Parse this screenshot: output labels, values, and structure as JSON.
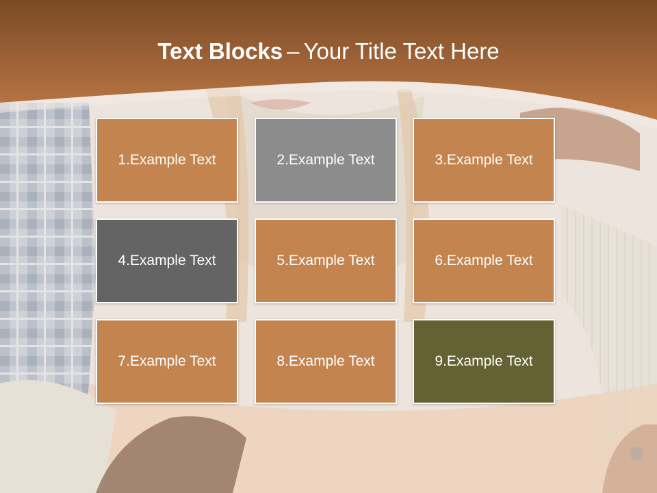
{
  "title": {
    "bold": "Text Blocks",
    "dash": "–",
    "rest": "Your Title Text Here"
  },
  "colors": {
    "banner_top": "#7a4a26",
    "banner_bottom": "#c07a46",
    "block_orange": "#c48450",
    "block_gray_light": "#8c8c8c",
    "block_gray_dark": "#646464",
    "block_olive": "#646232"
  },
  "blocks": [
    {
      "label": "1.Example Text",
      "color": "#c48450"
    },
    {
      "label": "2.Example Text",
      "color": "#8c8c8c"
    },
    {
      "label": "3.Example Text",
      "color": "#c48450"
    },
    {
      "label": "4.Example Text",
      "color": "#646464"
    },
    {
      "label": "5.Example Text",
      "color": "#c48450"
    },
    {
      "label": "6.Example Text",
      "color": "#c48450"
    },
    {
      "label": "7.Example Text",
      "color": "#c48450"
    },
    {
      "label": "8.Example Text",
      "color": "#c48450"
    },
    {
      "label": "9.Example Text",
      "color": "#646232"
    }
  ]
}
